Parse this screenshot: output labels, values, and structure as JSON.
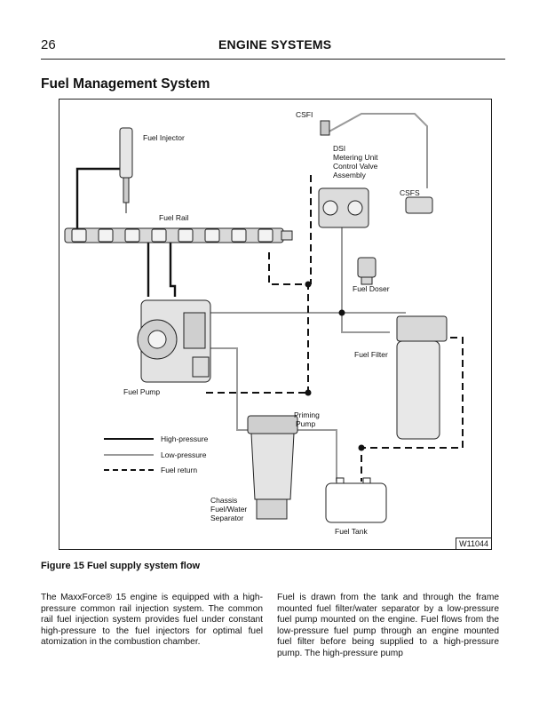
{
  "header": {
    "page_number": "26",
    "title": "ENGINE SYSTEMS"
  },
  "section_title": "Fuel Management System",
  "figure": {
    "id": "W11044",
    "labels": {
      "csfi": "CSFI",
      "fuel_injector": "Fuel Injector",
      "dsi_line1": "DSI",
      "dsi_line2": "Metering Unit",
      "dsi_line3": "Control Valve",
      "dsi_line4": "Assembly",
      "csfs": "CSFS",
      "fuel_rail": "Fuel Rail",
      "fuel_doser": "Fuel Doser",
      "fuel_filter": "Fuel Filter",
      "fuel_pump": "Fuel Pump",
      "priming_line1": "Priming",
      "priming_line2": "Pump",
      "chassis_line1": "Chassis",
      "chassis_line2": "Fuel/Water",
      "chassis_line3": "Separator",
      "fuel_tank": "Fuel Tank"
    },
    "legend": [
      {
        "label": "High-pressure",
        "style": "solid-thick"
      },
      {
        "label": "Low-pressure",
        "style": "solid-thin-gray"
      },
      {
        "label": "Fuel return",
        "style": "dashed"
      }
    ]
  },
  "caption": "Figure 15 Fuel supply system flow",
  "body": {
    "left": "The MaxxForce® 15 engine is equipped with a high-pressure common rail injection system. The common rail fuel injection system provides fuel under constant high-pressure to the fuel injectors for optimal fuel atomization in the combustion chamber.",
    "right": "Fuel is drawn from the tank and through the frame mounted fuel filter/water separator by a low-pressure fuel pump mounted on the engine. Fuel flows from the low-pressure fuel pump through an engine mounted fuel filter before being supplied to a high-pressure pump. The high-pressure pump"
  },
  "colors": {
    "high_pressure": "#111111",
    "low_pressure": "#9a9a9a",
    "return": "#111111"
  }
}
